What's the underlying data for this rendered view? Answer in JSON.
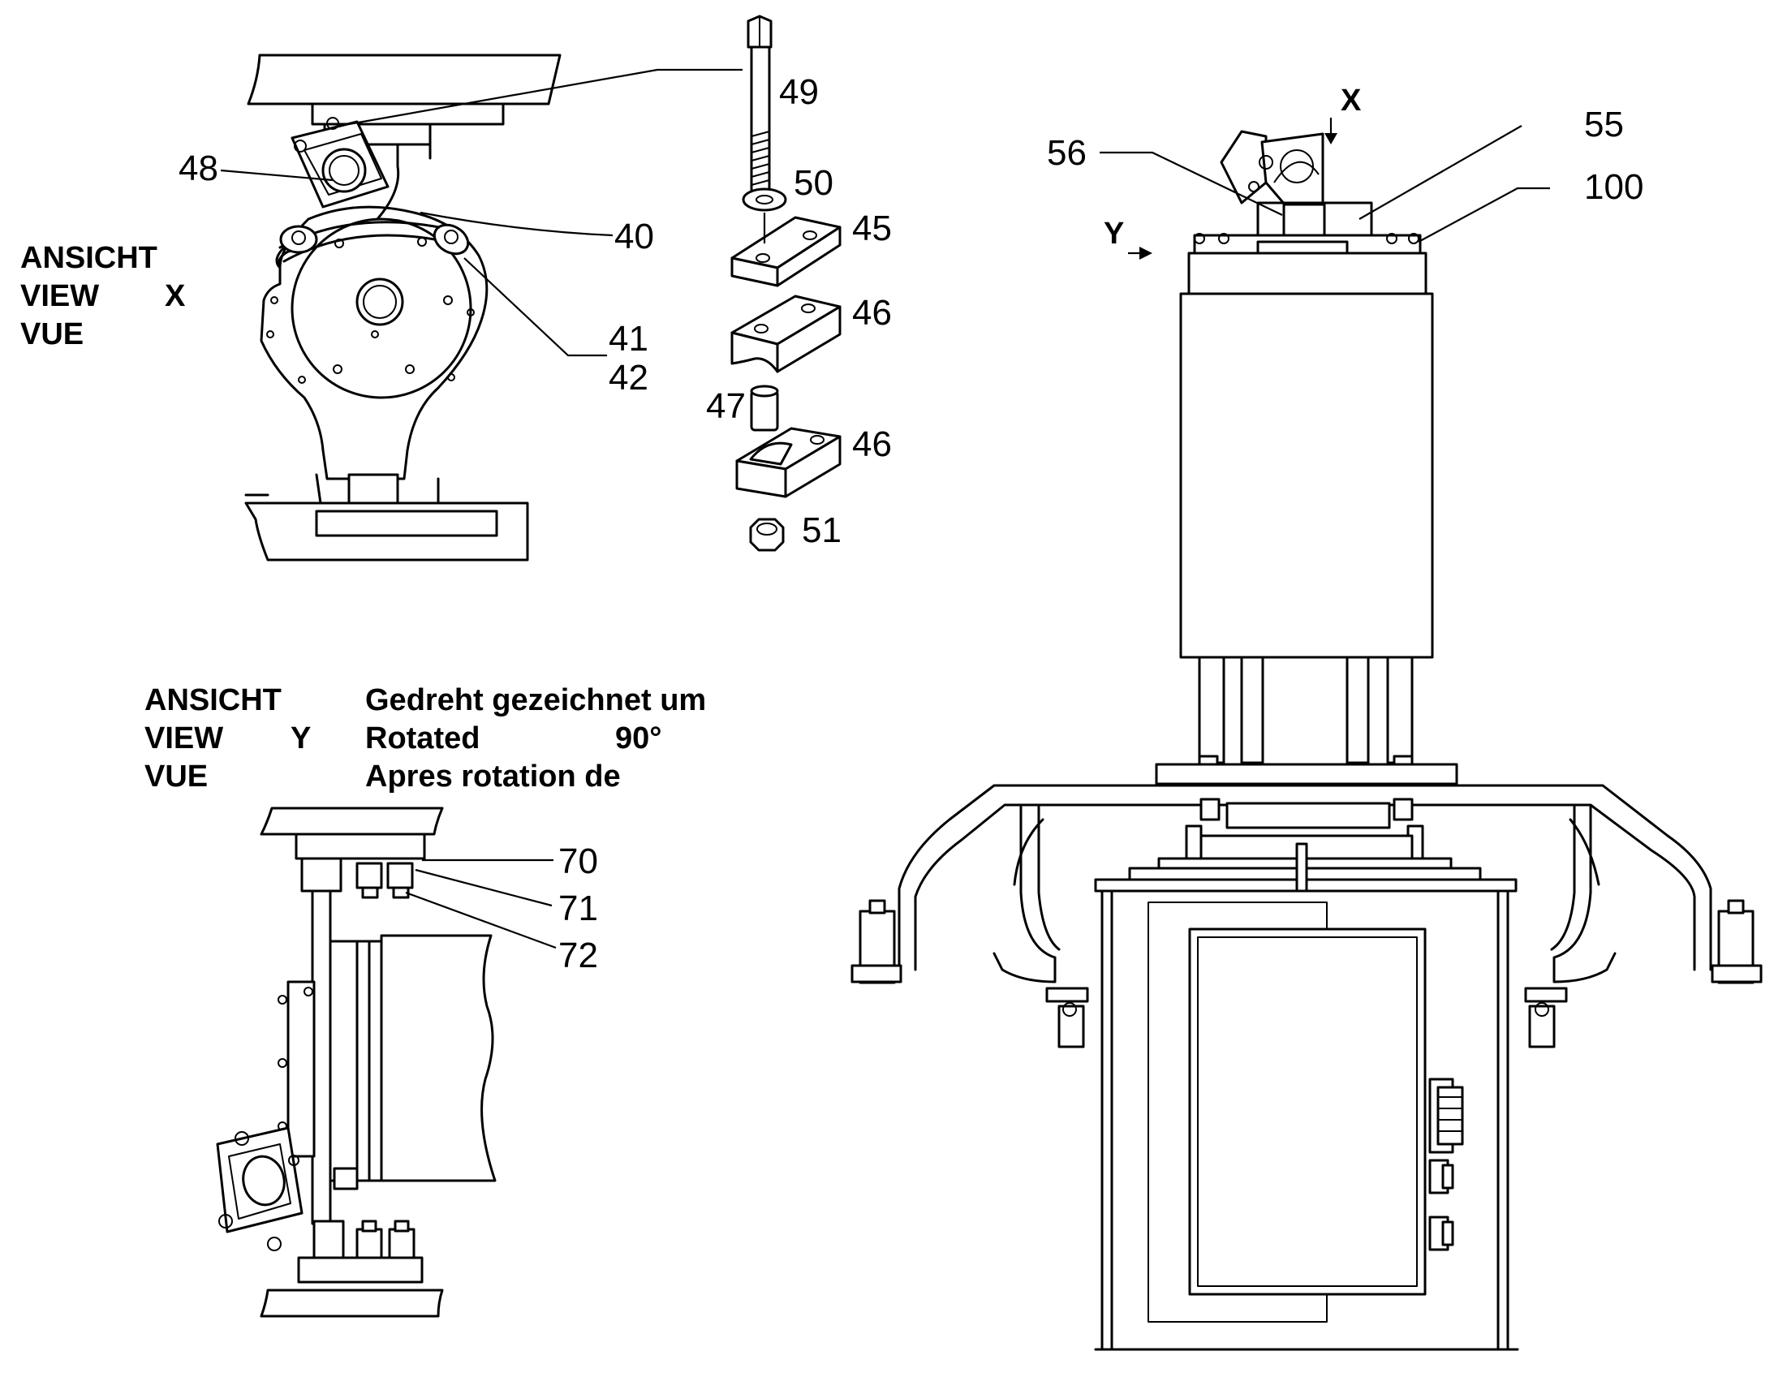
{
  "view_x": {
    "label_lines": [
      "ANSICHT",
      "VIEW",
      "VUE"
    ],
    "letter": "X"
  },
  "view_y": {
    "label_lines": [
      "ANSICHT",
      "VIEW",
      "VUE"
    ],
    "letter": "Y",
    "note_lines": [
      "Gedreht gezeichnet um",
      "Rotated",
      "Apres rotation de"
    ],
    "angle": "90°"
  },
  "markers": {
    "x_arrow": "X",
    "y_arrow": "Y"
  },
  "callouts": {
    "c40": "40",
    "c41": "41",
    "c42": "42",
    "c45": "45",
    "c46a": "46",
    "c46b": "46",
    "c47": "47",
    "c48": "48",
    "c49": "49",
    "c50": "50",
    "c51": "51",
    "c55": "55",
    "c56": "56",
    "c100": "100",
    "c70": "70",
    "c71": "71",
    "c72": "72"
  }
}
